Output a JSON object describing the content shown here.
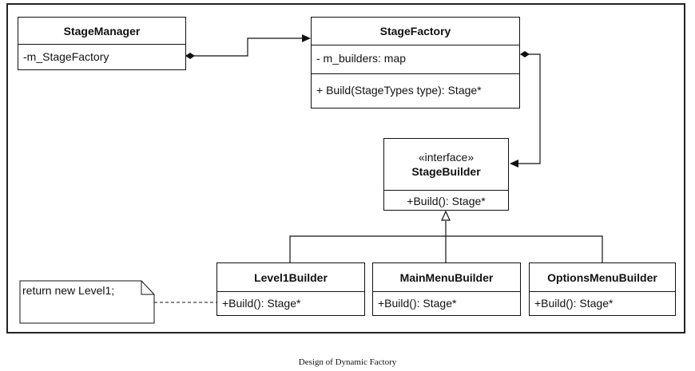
{
  "diagram": {
    "classes": {
      "stage_manager": {
        "name": "StageManager",
        "attributes": [
          "-m_StageFactory"
        ]
      },
      "stage_factory": {
        "name": "StageFactory",
        "attributes": [
          "- m_builders: map"
        ],
        "methods": [
          "+ Build(StageTypes type): Stage*"
        ]
      },
      "stage_builder": {
        "stereotype": "«interface»",
        "name": "StageBuilder",
        "methods": [
          "+Build(): Stage*"
        ]
      },
      "level1_builder": {
        "name": "Level1Builder",
        "methods": [
          "+Build(): Stage*"
        ]
      },
      "main_menu_builder": {
        "name": "MainMenuBuilder",
        "methods": [
          "+Build(): Stage*"
        ]
      },
      "options_menu_builder": {
        "name": "OptionsMenuBuilder",
        "methods": [
          "+Build(): Stage*"
        ]
      }
    },
    "note": {
      "text": "return new Level1;"
    }
  },
  "caption": "Design of Dynamic Factory"
}
